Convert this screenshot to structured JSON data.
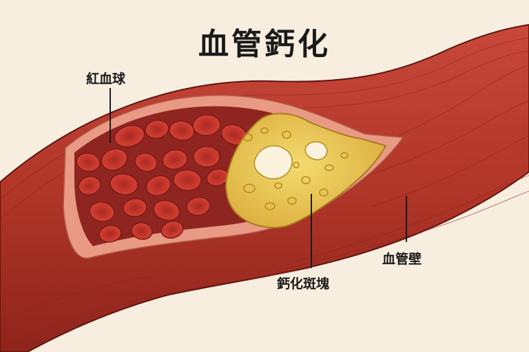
{
  "title": "血管鈣化",
  "labels": {
    "rbc": "紅血球",
    "plaque": "鈣化斑塊",
    "wall": "血管壁"
  },
  "colors": {
    "background": "#f8eedf",
    "vessel_wall": "#b63a2c",
    "vessel_dark": "#7a1d17",
    "lumen": "#8f2520",
    "red_blood_cell": "#c9352b",
    "plaque": "#e6c24a"
  }
}
